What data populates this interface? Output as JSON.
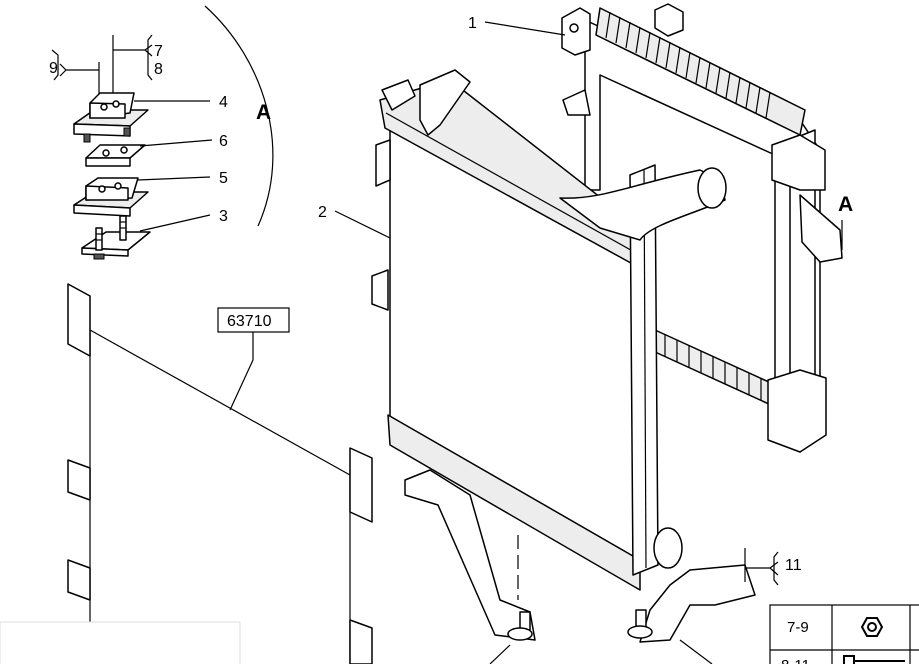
{
  "callouts": {
    "c1": "1",
    "c2": "2",
    "c3": "3",
    "c4": "4",
    "c5": "5",
    "c6": "6",
    "c7": "7",
    "c8": "8",
    "c9": "9",
    "c11": "11"
  },
  "view_labels": {
    "detail": "A",
    "main": "A"
  },
  "reference_box": "63710",
  "legend": {
    "rows": [
      {
        "label": "7-9",
        "icon": "hex-nut-icon"
      },
      {
        "label": "8-11",
        "icon": "bolt-icon"
      }
    ]
  }
}
